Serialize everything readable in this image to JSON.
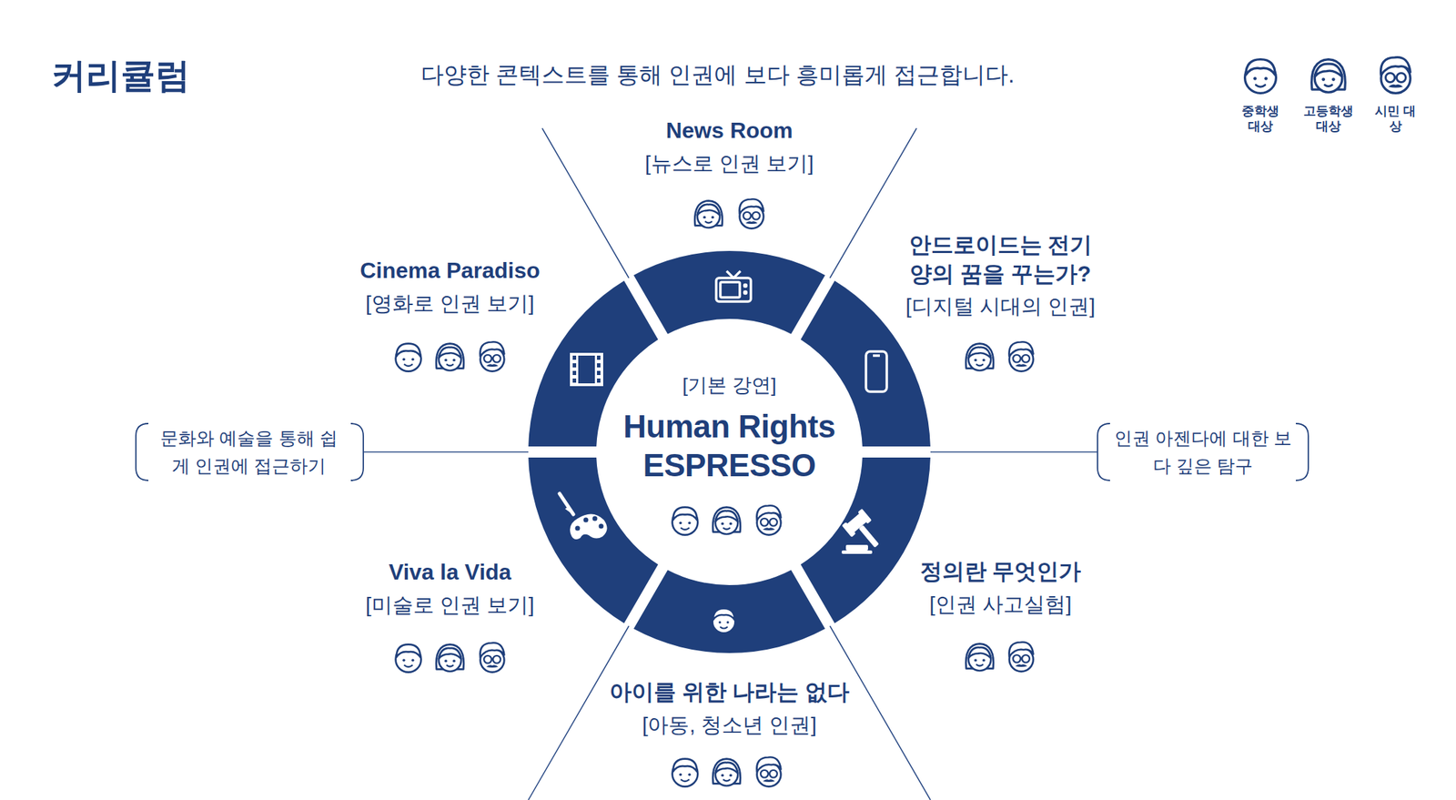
{
  "diagram": {
    "title": "커리큘럼",
    "caption": "다양한 콘텍스트를 통해 인권에 보다 흥미롭게 접근합니다.",
    "nodes": [
      {
        "text": [
          "[기본 강연]",
          "Human Rights ESPRESSO"
        ]
      },
      {
        "text": [
          "News Room",
          "[뉴스로 인권 보기]"
        ]
      },
      {
        "text": [
          "안드로이드는 전기 양의 꿈을 꾸는가?",
          "[디지털 시대의 인권]"
        ]
      },
      {
        "text": [
          "정의란 무엇인가",
          "[인권 사고실험]"
        ]
      },
      {
        "text": [
          "아이를 위한 나라는 없다",
          "[아동, 청소년 인권]"
        ]
      },
      {
        "text": [
          "Viva la Vida",
          "[미술로 인권 보기]"
        ]
      },
      {
        "text": [
          "Cinema Paradiso",
          "[영화로 인권 보기]"
        ]
      }
    ],
    "labels": [
      "문화와 예술을 통해 쉽게 인권에 접근하기",
      "인권 아젠다에 대한 보다 깊은 탐구"
    ],
    "legend": [
      {
        "text": "중학생 대상"
      },
      {
        "text": "고등학생 대상"
      },
      {
        "text": "시민 대상"
      }
    ]
  }
}
